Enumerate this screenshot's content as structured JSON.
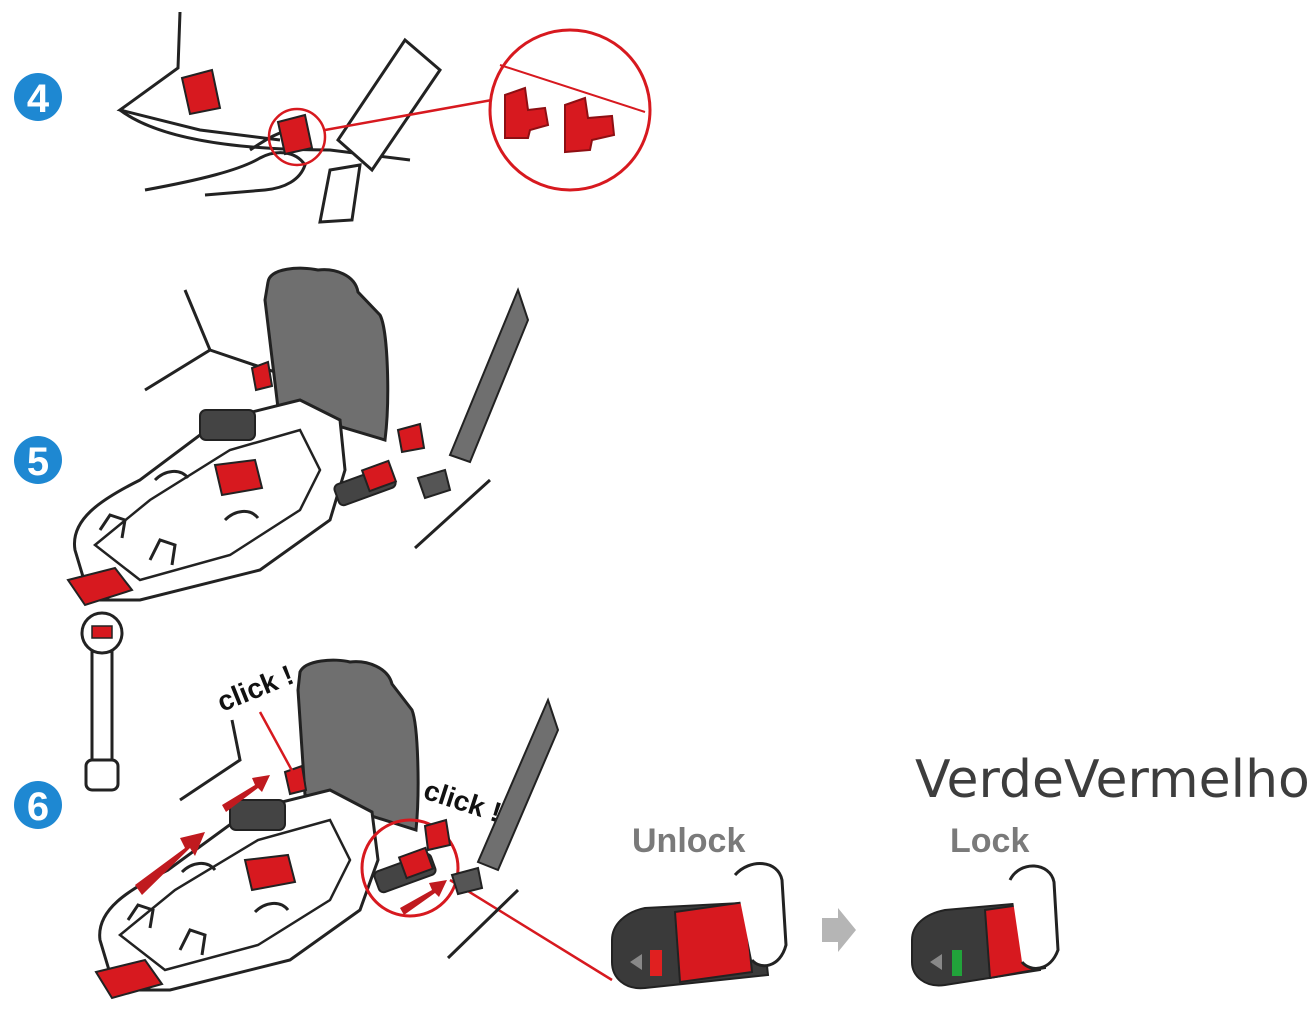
{
  "steps": [
    {
      "number": "4"
    },
    {
      "number": "5"
    },
    {
      "number": "6"
    }
  ],
  "click_labels": [
    "click !",
    "click !"
  ],
  "overlay_title": "VerdeVermelho",
  "state_labels": {
    "unlock": "Unlock",
    "lock": "Lock"
  },
  "colors": {
    "step_badge": "#1e88d2",
    "red_part": "#d7191f",
    "dark_red": "#8e0f13",
    "gray_backrest": "#6f6f6f",
    "indicator_red": "#e02020",
    "indicator_green": "#21a33a",
    "arrow_gray": "#b5b5b5"
  }
}
